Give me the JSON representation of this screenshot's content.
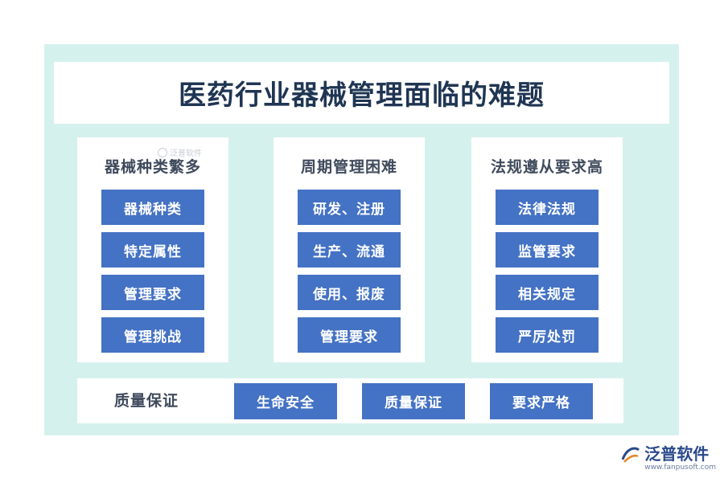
{
  "title": "医药行业器械管理面临的难题",
  "columns": [
    {
      "heading": "器械种类繁多",
      "items": [
        "器械种类",
        "特定属性",
        "管理要求",
        "管理挑战"
      ]
    },
    {
      "heading": "周期管理困难",
      "items": [
        "研发、注册",
        "生产、流通",
        "使用、报废",
        "管理要求"
      ]
    },
    {
      "heading": "法规遵从要求高",
      "items": [
        "法律法规",
        "监管要求",
        "相关规定",
        "严厉处罚"
      ]
    }
  ],
  "bottom": {
    "label": "质量保证",
    "items": [
      "生命安全",
      "质量保证",
      "要求严格"
    ]
  },
  "watermark": "泛普软件",
  "brand": {
    "name": "泛普软件",
    "url": "www.fanpusoft.com"
  },
  "colors": {
    "frame": "#d5f1ee",
    "box": "#4472c4",
    "title": "#1f3553"
  }
}
